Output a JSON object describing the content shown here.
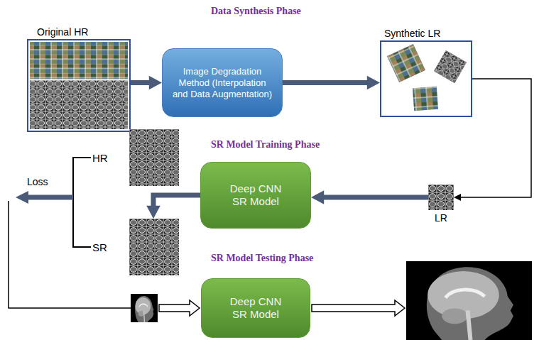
{
  "diagram": {
    "nodes": [
      {
        "text": [
          "Original HR"
        ]
      },
      {
        "text": [
          "Image Degradation Method (Interpolation and Data Augmentation)"
        ]
      },
      {
        "text": [
          "Synthetic LR"
        ]
      },
      {
        "text": [
          "Deep CNN SR Model"
        ]
      },
      {
        "text": [
          "LR"
        ]
      },
      {
        "text": [
          "HR"
        ]
      },
      {
        "text": [
          "SR"
        ]
      },
      {
        "text": [
          "Deep CNN SR Model"
        ]
      }
    ],
    "edges": [
      {
        "from": 0,
        "to": 1,
        "arrow": "to"
      },
      {
        "from": 1,
        "to": 2,
        "arrow": "to"
      },
      {
        "from": 2,
        "to": 4,
        "arrow": "to"
      },
      {
        "from": 4,
        "to": 3,
        "arrow": "to"
      },
      {
        "from": 3,
        "to": 6,
        "arrow": "to"
      }
    ],
    "labels": [
      "Data Synthesis Phase",
      "SR Model Training Phase",
      "SR Model Testing Phase",
      "Loss"
    ]
  }
}
